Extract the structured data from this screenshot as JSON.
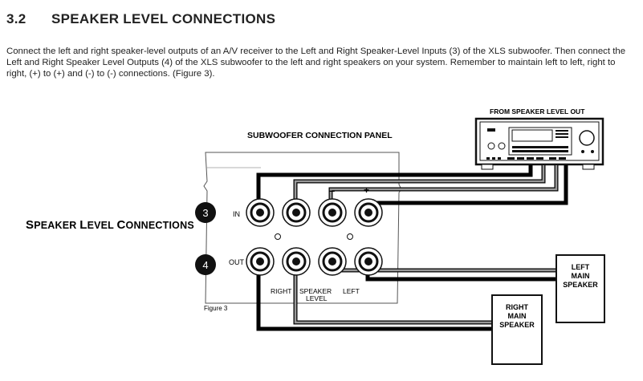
{
  "section": {
    "number": "3.2",
    "title": "SPEAKER LEVEL CONNECTIONS"
  },
  "paragraph": "Connect the left and right speaker-level outputs of an A/V receiver to the Left and Right Speaker-Level Inputs (3) of the XLS subwoofer. Then connect the Left and Right Speaker Level Outputs (4) of the XLS subwoofer to the left and right speakers on your system. Remember to maintain left to left, right to right, (+) to (+) and (-) to (-) connections. (Figure 3).",
  "side_label": {
    "part1_cap": "S",
    "part1_rest": "PEAKER ",
    "part2_cap": "L",
    "part2_rest": "EVEL ",
    "part3_cap": "C",
    "part3_rest": "ONNECTIONS"
  },
  "diagram": {
    "receiver_label": "FROM SPEAKER LEVEL OUT",
    "panel_label": "SUBWOOFER CONNECTION PANEL",
    "callout_in_number": "3",
    "callout_out_number": "4",
    "in_label": "IN",
    "out_label": "OUT",
    "minus_sign": "–",
    "plus_sign": "+",
    "bottom_minus_1": "–",
    "bottom_minus_2": "–",
    "right_label": "RIGHT",
    "speaker_level_line1": "SPEAKER",
    "speaker_level_line2": "LEVEL",
    "left_label": "LEFT",
    "figure_caption": "Figure 3",
    "left_speaker": [
      "LEFT",
      "MAIN",
      "SPEAKER"
    ],
    "right_speaker": [
      "RIGHT",
      "MAIN",
      "SPEAKER"
    ]
  }
}
